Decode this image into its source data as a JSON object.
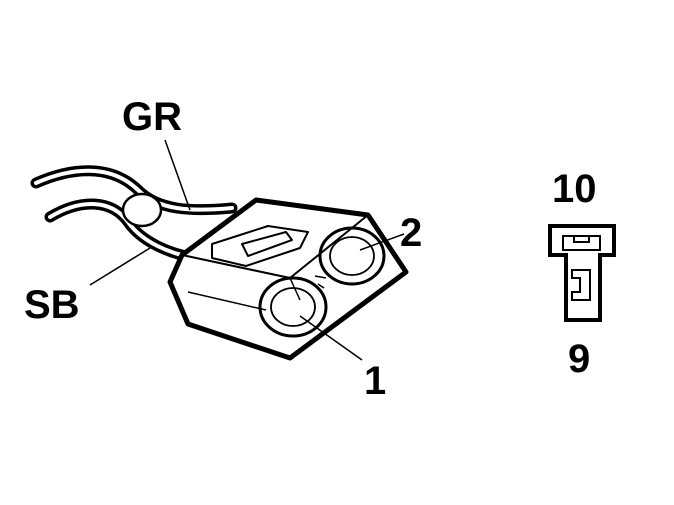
{
  "diagram": {
    "connector_labels": {
      "wire_gr": "GR",
      "wire_sb": "SB",
      "terminal_1": "1",
      "terminal_2": "2"
    },
    "pin_view_labels": {
      "top": "10",
      "bottom": "9"
    }
  }
}
